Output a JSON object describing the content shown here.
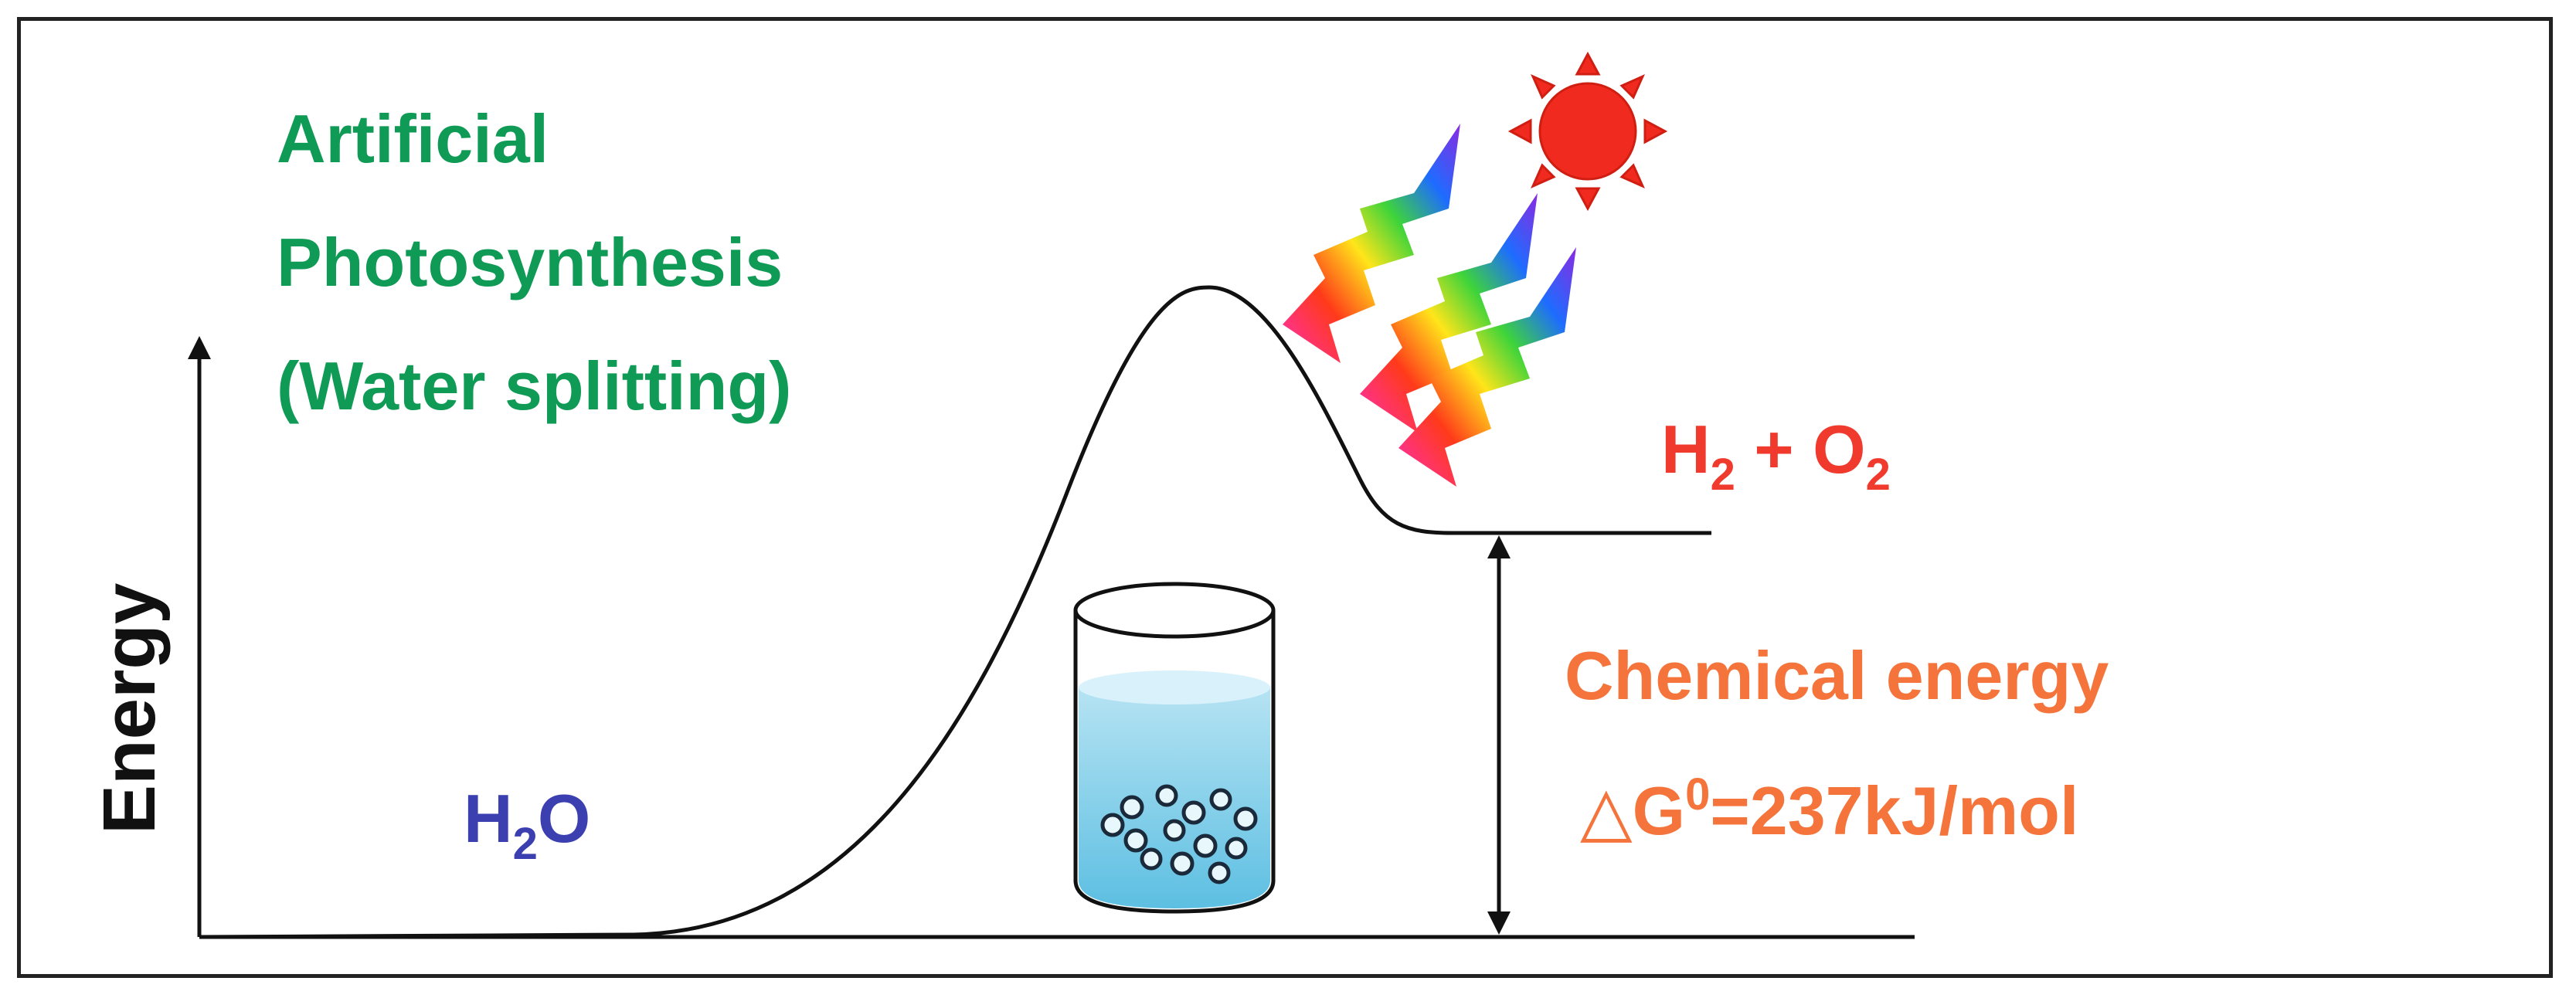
{
  "title": {
    "line1": "Artificial",
    "line2": "Photosynthesis",
    "line3": "(Water splitting)",
    "color": "#0f9a55"
  },
  "axis": {
    "ylabel": "Energy"
  },
  "reactant": {
    "base": "H",
    "sub": "2",
    "tail": "O",
    "color": "#3b3fb0"
  },
  "product": {
    "base1": "H",
    "sub1": "2",
    "plus": " + O",
    "sub2": "2",
    "color": "#f03a2e"
  },
  "energy": {
    "label": "Chemical energy",
    "delta": "△G",
    "sup": "0",
    "value": "=237kJ/mol",
    "color": "#f4743c"
  },
  "icons": {
    "sun": "sun-icon",
    "beaker": "water-beaker-icon",
    "rays": "rainbow-light-rays-icon"
  }
}
